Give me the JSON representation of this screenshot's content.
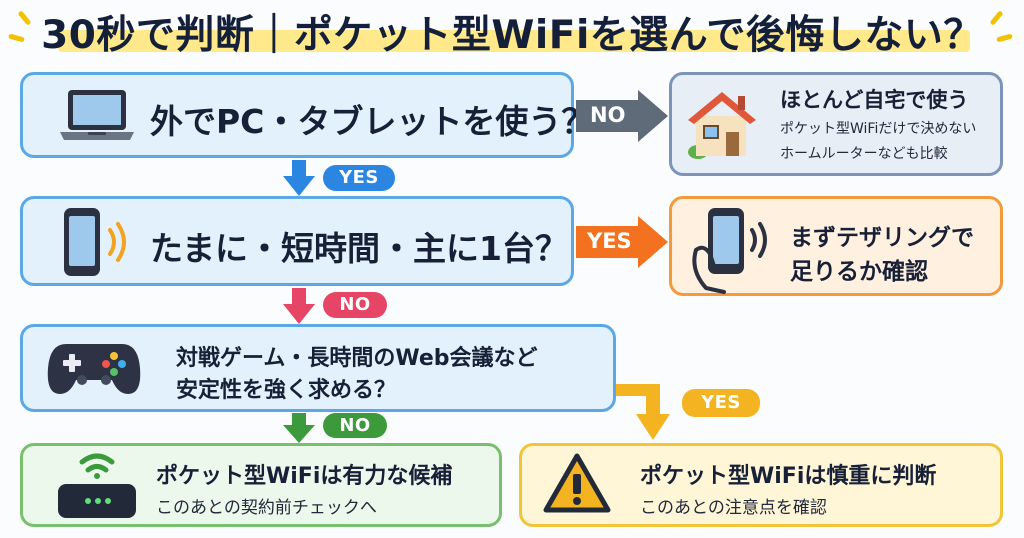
{
  "title": "30秒で判断｜ポケット型WiFiを選んで後悔しない？",
  "colors": {
    "question_fill": "#e3f1fc",
    "question_border": "#5aa9e6",
    "no_arrow": "#5f6b78",
    "yes_orange": "#f4721f",
    "no_red": "#e64565",
    "yes_blue": "#2a86e0",
    "no_green": "#3c9a3c",
    "yes_yellow": "#f4b321"
  },
  "questions": {
    "q1": "外でPC・タブレットを使う？",
    "q2": "たまに・短時間・主に1台？",
    "q3_line1": "対戦ゲーム・長時間のWeb会議など",
    "q3_line2": "安定性を強く求める？"
  },
  "labels": {
    "q1_no": "NO",
    "q1_yes": "YES",
    "q2_yes": "YES",
    "q2_no": "NO",
    "q3_yes": "YES",
    "q3_no": "NO"
  },
  "results": {
    "home": {
      "title": "ほとんど自宅で使う",
      "sub1": "ポケット型WiFiだけで決めない",
      "sub2": "ホームルーターなども比較"
    },
    "tethering": {
      "line1": "まずテザリングで",
      "line2": "足りるか確認"
    },
    "recommend": {
      "title": "ポケット型WiFiは有力な候補",
      "sub": "このあとの契約前チェックへ"
    },
    "caution": {
      "title": "ポケット型WiFiは慎重に判断",
      "sub": "このあとの注意点を確認"
    }
  },
  "icons": [
    "laptop-icon",
    "smartphone-icon",
    "gamepad-icon",
    "house-icon",
    "hand-phone-icon",
    "router-icon",
    "warning-icon"
  ]
}
